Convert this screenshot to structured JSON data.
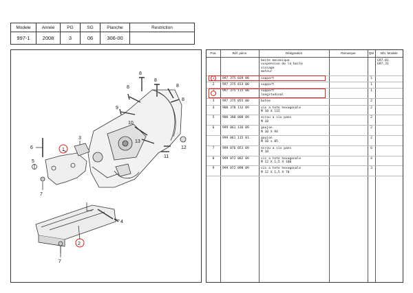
{
  "header": {
    "columns": [
      "Modele",
      "Année",
      "PG",
      "SG",
      "Planche",
      "Restriction"
    ],
    "values": [
      "997-1",
      "2008",
      "3",
      "06",
      "306-00",
      ""
    ]
  },
  "parts_table": {
    "columns": [
      "Pos.",
      "Réf. pièce",
      "Désignation",
      "Remarque",
      "Qté",
      "Info. Modele"
    ],
    "intro": {
      "lines": [
        "boite mecanique",
        "suspension de la boite",
        "vissage",
        "moteur"
      ],
      "info": [
        "G97.01",
        "G97.31"
      ]
    },
    "rows": [
      {
        "pos": "1",
        "ref": "997 375 039 00",
        "desig": [
          "support"
        ],
        "qty": "1",
        "highlight": true
      },
      {
        "pos": "2",
        "ref": "997 375 813 00",
        "desig": [
          "support"
        ],
        "qty": "1",
        "highlight": false
      },
      {
        "pos": "2",
        "ref": "997 375 115 00",
        "desig": [
          "support",
          "longitudinal"
        ],
        "qty": "1",
        "highlight": true
      },
      {
        "pos": "3",
        "ref": "997 375 055 00",
        "desig": [
          "butee"
        ],
        "qty": "2",
        "highlight": false
      },
      {
        "pos": "4",
        "ref": "900 378 132 09",
        "desig": [
          "vis a tete hexagonale",
          "M 10 X 115"
        ],
        "qty": "2",
        "highlight": false
      },
      {
        "pos": "5",
        "ref": "900 380 008 09",
        "desig": [
          "ecrou a six pans",
          "M 10"
        ],
        "qty": "2",
        "highlight": false
      },
      {
        "pos": "6",
        "ref": "999 061 136 09",
        "desig": [
          "goujon",
          "M 10 X 94"
        ],
        "qty": "2",
        "highlight": false
      },
      {
        "pos": "",
        "ref": "999 061 115 01",
        "desig": [
          "goujon",
          "M 10 x 85"
        ],
        "qty": "2",
        "highlight": false
      },
      {
        "pos": "7",
        "ref": "999 076 053 09",
        "desig": [
          "ecrou a six pans",
          "M 10"
        ],
        "qty": "6",
        "highlight": false
      },
      {
        "pos": "8",
        "ref": "999 072 082 09",
        "desig": [
          "vis a tete hexagonale",
          "M 12 X 1,5 X 100"
        ],
        "qty": "4",
        "highlight": false
      },
      {
        "pos": "9",
        "ref": "999 072 090 09",
        "desig": [
          "vis a tete hexagonale",
          "M 12 X 1,5 X 70"
        ],
        "qty": "3",
        "highlight": false
      }
    ]
  },
  "diagram": {
    "labels": [
      "8",
      "8",
      "8",
      "8",
      "8",
      "9",
      "10",
      "13",
      "11",
      "12",
      "6",
      "1",
      "3",
      "4",
      "5",
      "7",
      "7",
      "2"
    ]
  },
  "colors": {
    "highlight": "#d22222",
    "line": "#333333"
  }
}
